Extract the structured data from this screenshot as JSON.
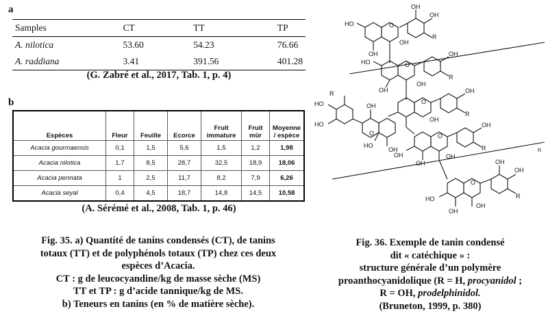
{
  "panel_a": {
    "label": "a",
    "headers": [
      "Samples",
      "CT",
      "TT",
      "TP"
    ],
    "rows": [
      [
        "A. nilotica",
        "53.60",
        "54.23",
        "76.66"
      ],
      [
        "A. raddiana",
        "3.41",
        "391.56",
        "401.28"
      ]
    ],
    "source": "(G. Zabré et al., 2017, Tab. 1, p. 4)"
  },
  "panel_b": {
    "label": "b",
    "headers": [
      "Espèces",
      "Fleur",
      "Feuille",
      "Ecorce",
      "Fruit immature",
      "Fruit mûr",
      "Moyenne / espèce"
    ],
    "rows": [
      [
        "Acacia gourmaensis",
        "0,1",
        "1,5",
        "5,6",
        "1,5",
        "1,2",
        "1,98"
      ],
      [
        "Acacia nilotica",
        "1,7",
        "8,5",
        "28,7",
        "32,5",
        "18,9",
        "18,06"
      ],
      [
        "Acacia pennata",
        "1",
        "2,5",
        "11,7",
        "8,2",
        "7,9",
        "6,26"
      ],
      [
        "Acacia seyal",
        "0,4",
        "4,5",
        "18,7",
        "14,8",
        "14,5",
        "10,58"
      ]
    ],
    "source": "(A. Sérémé et al., 2008, Tab. 1, p. 46)"
  },
  "fig35": {
    "line1": "Fig. 35. a) Quantité de tanins condensés (CT), de tanins",
    "line2": "totaux (TT) et de polyphénols totaux (TP) chez ces deux",
    "line3": "espèces d’Acacia.",
    "line4": "CT : g de leucocyandine/kg de masse sèche (MS)",
    "line5": "TT et TP : g d’acide tannique/kg de MS.",
    "line6": "b) Teneurs en tanins (en % de matière sèche)."
  },
  "fig36": {
    "line1": "Fig. 36. Exemple de tanin condensé",
    "line2": "dit « catéchique » :",
    "line3": "structure générale d’un polymère",
    "line4": "proanthocyanidolique (R = H, procyanidol ;",
    "line5": "R = OH, prodelphinidol.",
    "line6": "(Bruneton, 1999, p. 380)"
  },
  "structure": {
    "oh": "OH",
    "ho": "HO",
    "r": "R",
    "o": "O",
    "n": "n"
  }
}
